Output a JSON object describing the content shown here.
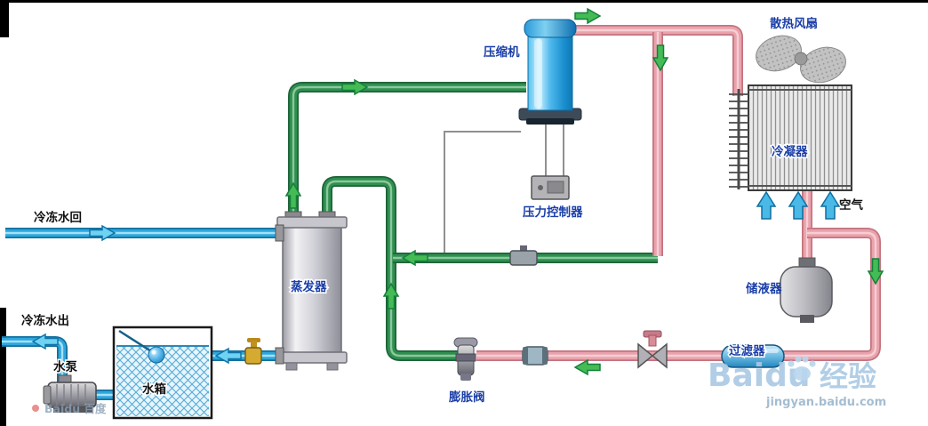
{
  "labels": {
    "compressor": "压缩机",
    "pressure_controller": "压力控制器",
    "cooling_fan": "散热风扇",
    "condenser": "冷凝器",
    "air": "空气",
    "receiver": "储液器",
    "filter": "过滤器",
    "expansion_valve": "膨胀阀",
    "evaporator": "蒸发器",
    "chilled_water_return": "冷冻水回",
    "chilled_water_out": "冷冻水出",
    "water_pump": "水泵",
    "water_tank": "水箱"
  },
  "watermarks": {
    "bottom_right_brand": "Baidu",
    "bottom_right_suffix": "经验",
    "bottom_right_url": "jingyan.baidu.com",
    "bottom_left": "Baidu 百度"
  },
  "colors": {
    "equipment_label_blue": "#1b3fa8",
    "pipe_hot_gas_pink": "#e9a3ad",
    "pipe_suction_green": "#2f8f4f",
    "pipe_chilled_water_blue": "#2ea7dd",
    "compressor_body_blue": "#29a8e8",
    "flow_arrow_green": "#44bb55",
    "flow_arrow_cyan": "#49b9e8"
  }
}
